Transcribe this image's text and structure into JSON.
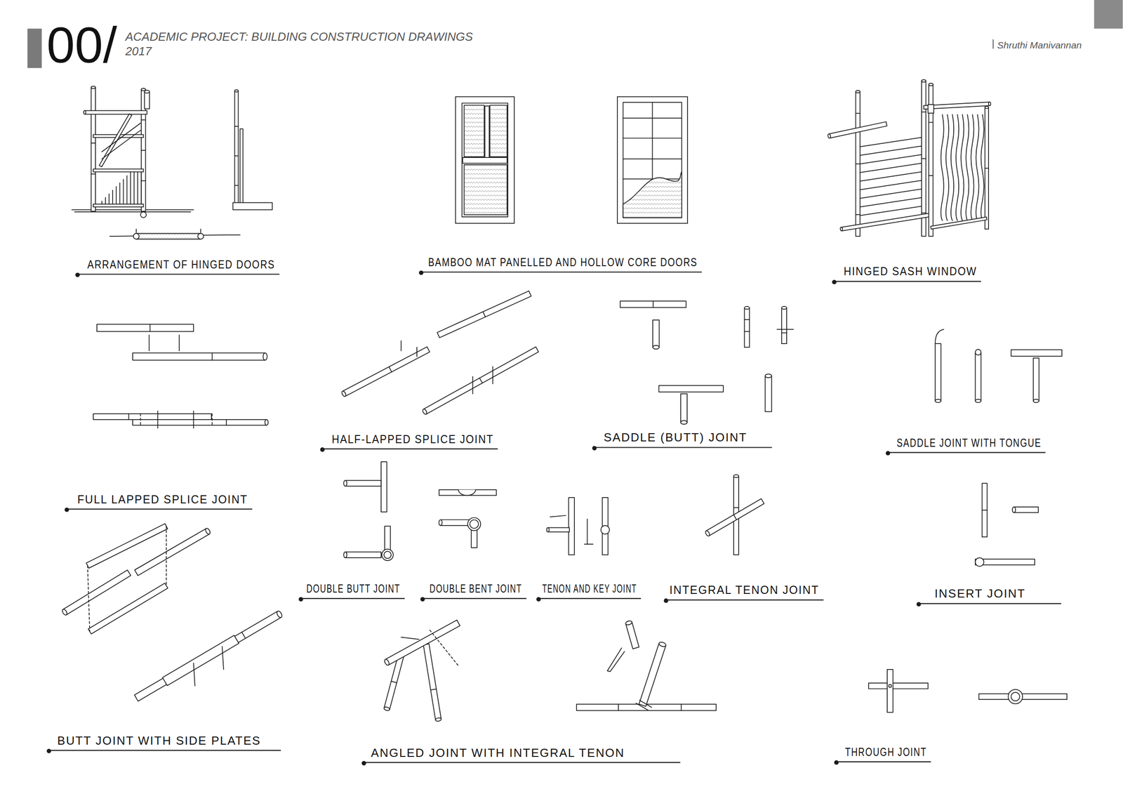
{
  "diagram": {
    "title": "ACADEMIC PROJECT: BUILDING CONSTRUCTION DRAWINGS",
    "labels": [
      "00/",
      "2017",
      "Shruthi Manivannan",
      "ARRANGEMENT OF HINGED DOORS",
      "BAMBOO MAT PANELLED AND HOLLOW CORE DOORS",
      "HINGED SASH WINDOW",
      "HALF-LAPPED SPLICE JOINT",
      "SADDLE (BUTT) JOINT",
      "SADDLE JOINT WITH TONGUE",
      "FULL LAPPED SPLICE JOINT",
      "DOUBLE BUTT JOINT",
      "DOUBLE BENT JOINT",
      "TENON AND KEY JOINT",
      "INTEGRAL TENON JOINT",
      "INSERT JOINT",
      "BUTT JOINT WITH SIDE PLATES",
      "ANGLED JOINT WITH INTEGRAL TENON",
      "THROUGH JOINT"
    ]
  }
}
